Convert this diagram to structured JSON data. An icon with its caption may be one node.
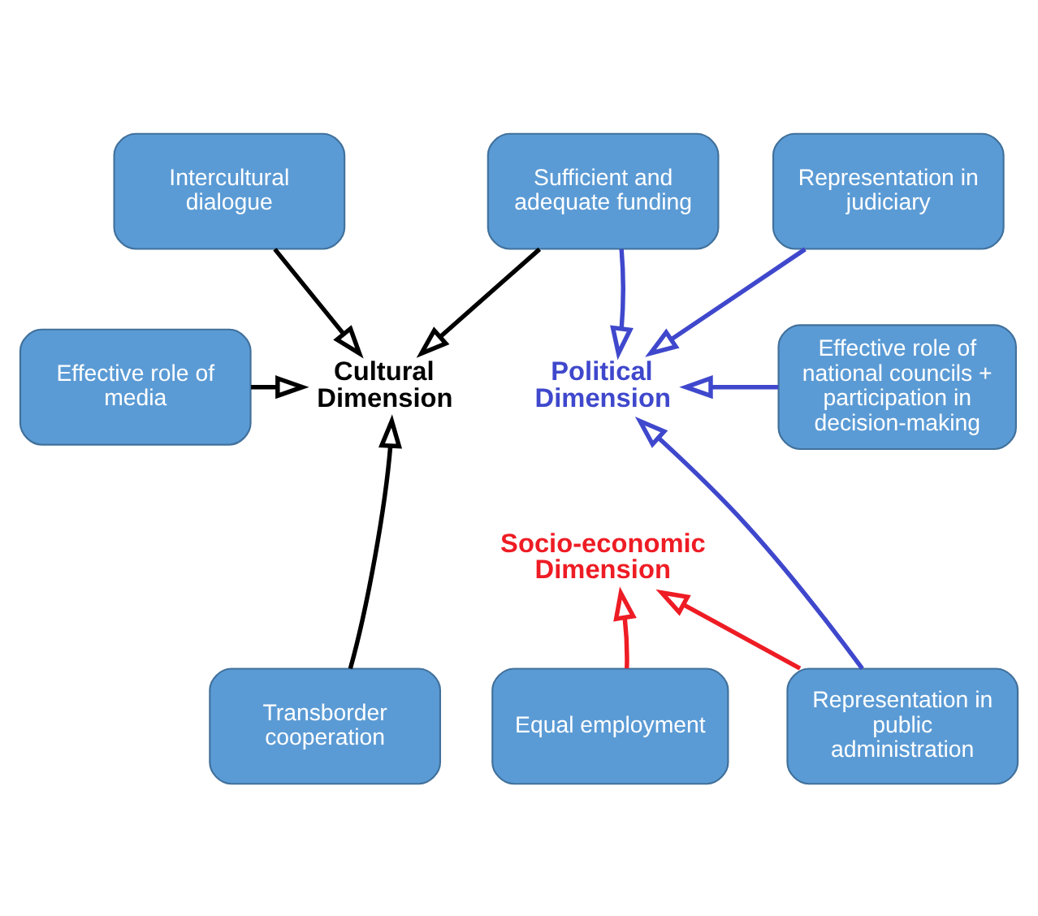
{
  "diagram": {
    "nodes": [
      {
        "text": [
          "Sufficient and adequate funding"
        ]
      },
      {
        "text": [
          "Representation in judiciary"
        ]
      },
      {
        "text": [
          "Intercultural dialogue"
        ]
      },
      {
        "text": [
          "Effective role of national councils + participation in decision-making"
        ]
      },
      {
        "text": [
          "Effective role of media"
        ]
      },
      {
        "text": [
          "Representation in public administration"
        ]
      },
      {
        "text": [
          "Transborder cooperation"
        ]
      },
      {
        "text": [
          "Equal employment"
        ]
      },
      {
        "text": [
          "Cultural Dimension"
        ]
      },
      {
        "text": [
          "Political Dimension"
        ]
      },
      {
        "text": [
          "Socio-economic Dimension"
        ]
      }
    ],
    "edges": [
      {
        "from": 0,
        "to": 9,
        "arrow": "to",
        "color": "#3f48cc"
      },
      {
        "from": 1,
        "to": 9,
        "arrow": "to",
        "color": "#3f48cc"
      },
      {
        "from": 0,
        "to": 8,
        "arrow": "to",
        "color": "#000000"
      },
      {
        "from": 2,
        "to": 8,
        "arrow": "to",
        "color": "#000000"
      },
      {
        "from": 3,
        "to": 9,
        "arrow": "to",
        "color": "#3f48cc"
      },
      {
        "from": 4,
        "to": 8,
        "arrow": "to",
        "color": "#000000"
      },
      {
        "from": 5,
        "to": 9,
        "arrow": "to",
        "color": "#3f48cc"
      },
      {
        "from": 5,
        "to": 10,
        "arrow": "to",
        "color": "#ee1c24"
      },
      {
        "from": 6,
        "to": 8,
        "arrow": "to",
        "color": "#000000"
      },
      {
        "from": 7,
        "to": 10,
        "arrow": "to",
        "color": "#ee1c24"
      }
    ]
  }
}
